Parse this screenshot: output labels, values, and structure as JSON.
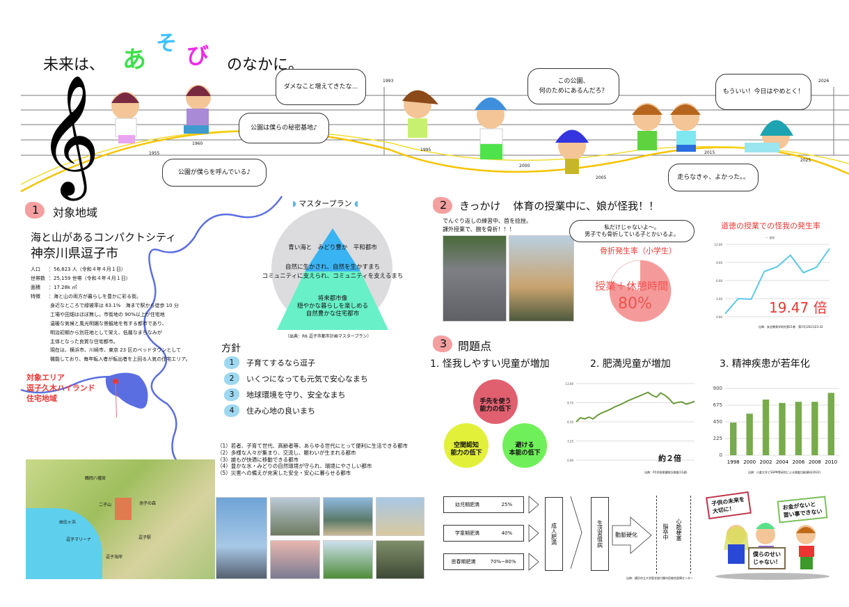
{
  "title": {
    "prefix": "未来は、",
    "a": "あ",
    "so": "そ",
    "bi": "び",
    "suffix": "のなかに。"
  },
  "timeline": {
    "years": [
      "1955",
      "1960",
      "1993",
      "1995",
      "2000",
      "2005",
      "2015",
      "2025",
      "2026"
    ],
    "bubbles": [
      "公園が僕らを呼んでいる♪",
      "公園は僕らの秘密基地♪",
      "ダメなこと増えてきたな...",
      "この公園、\n何のためにあるんだろ？",
      "もういい！今日はやめとく！",
      "走らなきゃ、よかった。。"
    ]
  },
  "section1": {
    "num": "1",
    "title": "対象地域",
    "headline1": "海と山があるコンパクトシティ",
    "headline2": "神奈川県逗子市",
    "facts": [
      {
        "label": "人口",
        "value": "：56,823 人（令和４年４月１日）"
      },
      {
        "label": "世帯数",
        "value": "：25,159 世帯（令和４年４月１日）"
      },
      {
        "label": "面積",
        "value": "：17.28k ㎡"
      },
      {
        "label": "特徴",
        "value": "：海と山の両方が暮らしを豊かに彩る街。"
      }
    ],
    "features": [
      "身近なところで緑被率は 63.1%　海まで駅から徒歩 10 分",
      "工場や田畑はほぼ無し。市街地の 90%以上が住宅地",
      "温暖な気候と風光明媚な景観地を有する都市であり、",
      "明治初期から別荘地として栄え、低層なまちなみが",
      "主体となった良質な住宅都市。",
      "現在は、横浜市、川崎市、東京 23 区のベッドタウンとして",
      "機能しており、毎年転入者が転出者を上回る人気の住宅エリア。"
    ],
    "target_area": [
      "対象エリア",
      "逗子久木ハイランド",
      "住宅地域"
    ],
    "map_labels": [
      "鶴岡八幡宮",
      "二子山",
      "池子の森",
      "由比ヶ浜",
      "逗子マリーナ",
      "逗子駅",
      "逗子海岸"
    ]
  },
  "masterplan": {
    "title": "マスタープラン",
    "top": "青い海と　みどり豊か　平和都市",
    "middle1": "自然に生かされ、自然を生かすまち",
    "middle2": "コミュニティに支えられ、コミュニティを支えるまち",
    "bottom1": "将来都市像",
    "bottom2": "穏やかな暮らしを楽しめる",
    "bottom3": "自然豊かな住宅都市",
    "source": "（出典：R6 逗子市都市計画マスタープラン）"
  },
  "policy": {
    "title": "方針",
    "items": [
      {
        "n": "1",
        "text": "子育てするなら逗子"
      },
      {
        "n": "2",
        "text": "いくつになっても元気で安心なまち"
      },
      {
        "n": "3",
        "text": "地球環境を守り、安全なまち"
      },
      {
        "n": "4",
        "text": "住み心地の良いまち"
      }
    ],
    "goals": [
      "（1）若者、子育て世代、高齢者等、あらゆる世代にとって便利に生活できる都市",
      "（2）多様な人々が集まり、交流し、賑わいが生まれる都市",
      "（3）誰もが快適に移動できる都市",
      "（4）豊かな水・みどりの自然環境が守られ、環境にやさしい都市",
      "（5）災害への備えが充実した安全・安心に暮らせる都市"
    ]
  },
  "section2": {
    "num": "2",
    "title": "きっかけ",
    "subtitle": "体育の授業中に、娘が怪我！！",
    "caption1": "でんぐり返しの練習中、首を捻挫。",
    "caption2": "課外授業で、腕を骨折！！！",
    "bubble": "私だけじゃないよ〜。\n男子でも骨折している子とかいるよ。",
    "pie_title": "骨折発生率（小学生）",
    "pie_label": "授業＋休憩時間",
    "pie_value_text": "80%",
    "pie_value": 80
  },
  "section3": {
    "num": "3",
    "title": "問題点",
    "problems": [
      "1. 怪我しやすい児童が増加",
      "2. 肥満児童が増加",
      "3. 精神疾患が若年化"
    ],
    "circles": [
      "手先を使う\n能力の低下",
      "空間認知\n能力の低下",
      "避ける\n本能の低下"
    ],
    "obesity_note": "約２倍",
    "flow": {
      "rows": [
        {
          "label": "幼児期肥満",
          "pct": "25%"
        },
        {
          "label": "学童期肥満",
          "pct": "40%"
        },
        {
          "label": "思春期肥満",
          "pct": "70%~80%"
        }
      ],
      "adult": "成人肥満",
      "lifestyle": "生活習慣病",
      "arterio": "動脈硬化",
      "stroke": "脳卒中",
      "heart": "心筋梗塞",
      "source": "出典：横浜市立大学医学部付属市民総合医療センター"
    },
    "signs": [
      "子供の未来を\n大切に！",
      "僕らのせい\nじゃない！",
      "お金がないと\n習い事できない"
    ]
  },
  "chart_data": [
    {
      "type": "line",
      "title": "道徳の授業での怪我の発生率",
      "legend": "— 道徳",
      "ylim": [
        0,
        12
      ],
      "yticks": [
        "0.00",
        "3.00",
        "6.00",
        "9.00",
        "12.00"
      ],
      "values": [
        0.5,
        3.0,
        2.9,
        7.5,
        8.3,
        10.2,
        7.3,
        8.2,
        11.3
      ],
      "annotation": "19.47 倍",
      "source": "出典：安全教育学研究第21巻　第1号(2021)23-32"
    },
    {
      "type": "line",
      "title": "肥満児童",
      "ylim": [
        0,
        13
      ],
      "yticks": [
        "0.00",
        "3.25",
        "6.50",
        "9.75",
        "13.00"
      ],
      "values": [
        6.5,
        7.2,
        7.0,
        7.3,
        7.0,
        7.6,
        8.0,
        8.3,
        8.6,
        9.0,
        9.3,
        9.6,
        10.0,
        10.3,
        10.6,
        10.9,
        11.2,
        11.5,
        11.0,
        10.7,
        11.4,
        11.0,
        10.4,
        9.6,
        9.8,
        9.9,
        9.5,
        9.7,
        10.0
      ],
      "source": "出典：R5学校保健統計調査(11歳)"
    },
    {
      "type": "bar",
      "title": "精神疾患",
      "categories": [
        "1998",
        "2000",
        "2002",
        "2004",
        "2006",
        "2008",
        "2010"
      ],
      "values": [
        440,
        560,
        750,
        705,
        720,
        720,
        840
      ],
      "ylim": [
        0,
        900
      ],
      "yticks": [
        "0",
        "225",
        "450",
        "675",
        "900"
      ],
      "source": "出典：小倉大学とSSPM等研究による調査比較資料(2022)"
    }
  ],
  "colors": {
    "accent_red": "#e53935",
    "pink": "#f4a0a0",
    "green": "#78a846",
    "sea": "#5b6ee1",
    "bar": "#78ab4b"
  }
}
